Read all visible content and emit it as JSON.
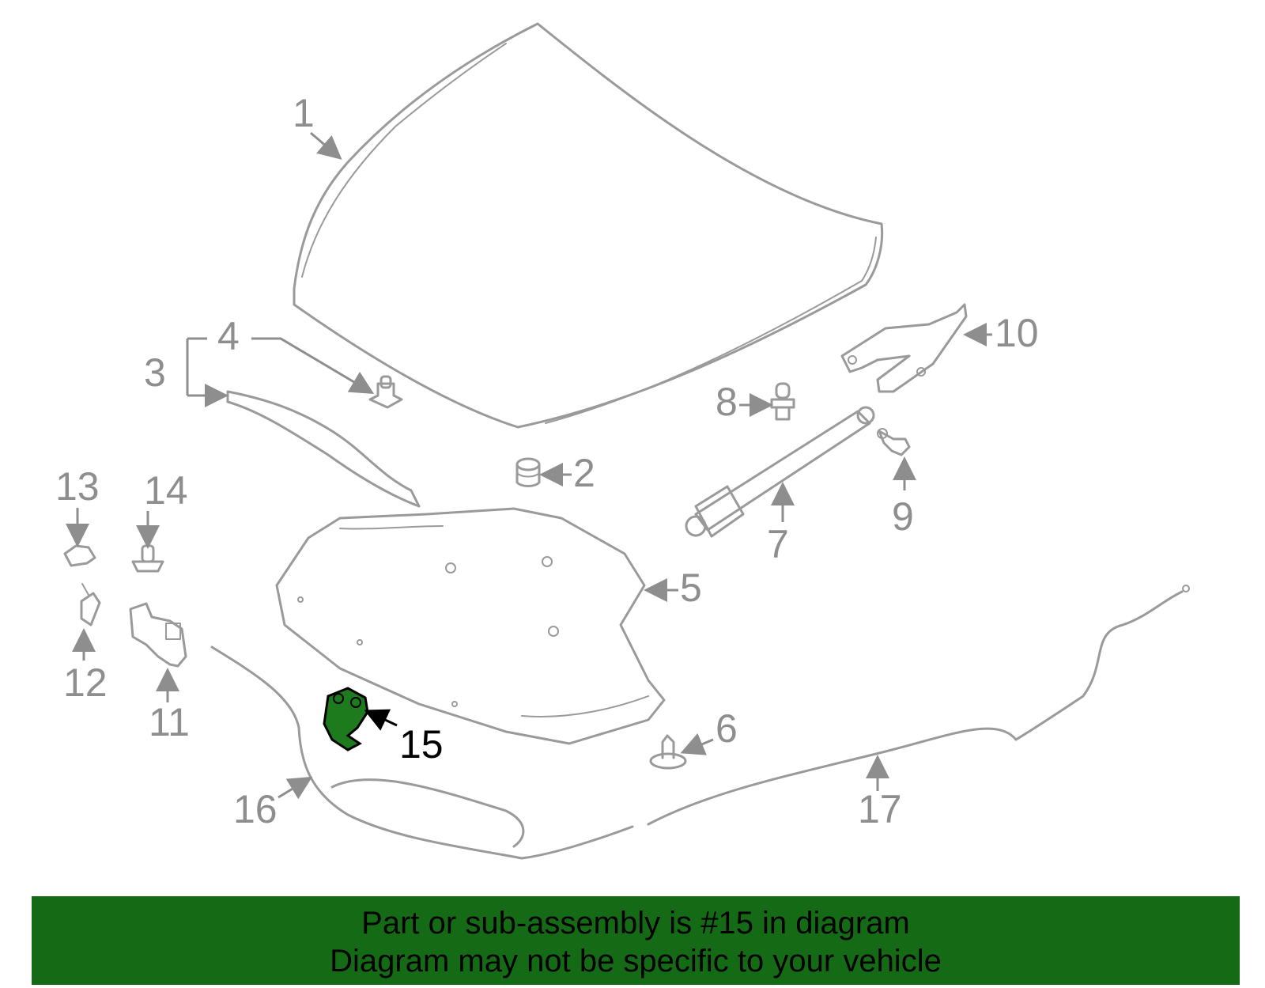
{
  "highlight": {
    "callout": "15",
    "color": "#156b15"
  },
  "colors": {
    "part_stroke": "#9a9a9a",
    "callout_text": "#8e8e8e",
    "highlight_text": "#000000",
    "banner_bg": "#156b15"
  },
  "callouts": [
    "1",
    "2",
    "3",
    "4",
    "5",
    "6",
    "7",
    "8",
    "9",
    "10",
    "11",
    "12",
    "13",
    "14",
    "15",
    "16",
    "17"
  ],
  "banner": {
    "line1": "Part or sub-assembly is #15 in diagram",
    "line2": "Diagram may not be specific to your vehicle"
  }
}
